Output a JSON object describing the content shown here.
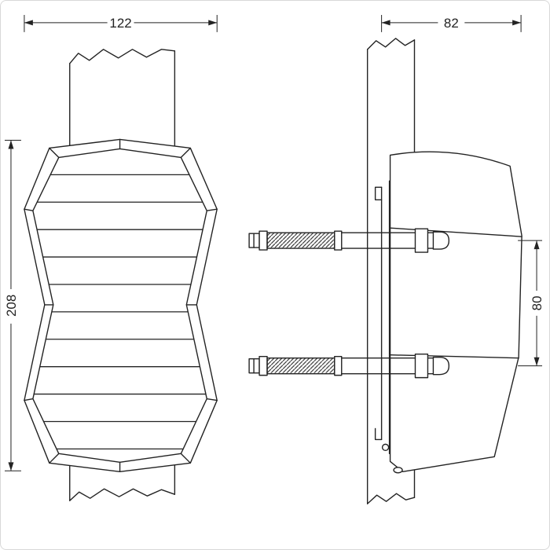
{
  "drawing": {
    "front_view": {
      "width_dim": "122",
      "height_dim": "208"
    },
    "side_view": {
      "depth_dim": "82",
      "mount_spacing_dim": "80"
    },
    "colors": {
      "line": "#232323",
      "background": "#ffffff",
      "border": "#d8d8d8"
    }
  }
}
